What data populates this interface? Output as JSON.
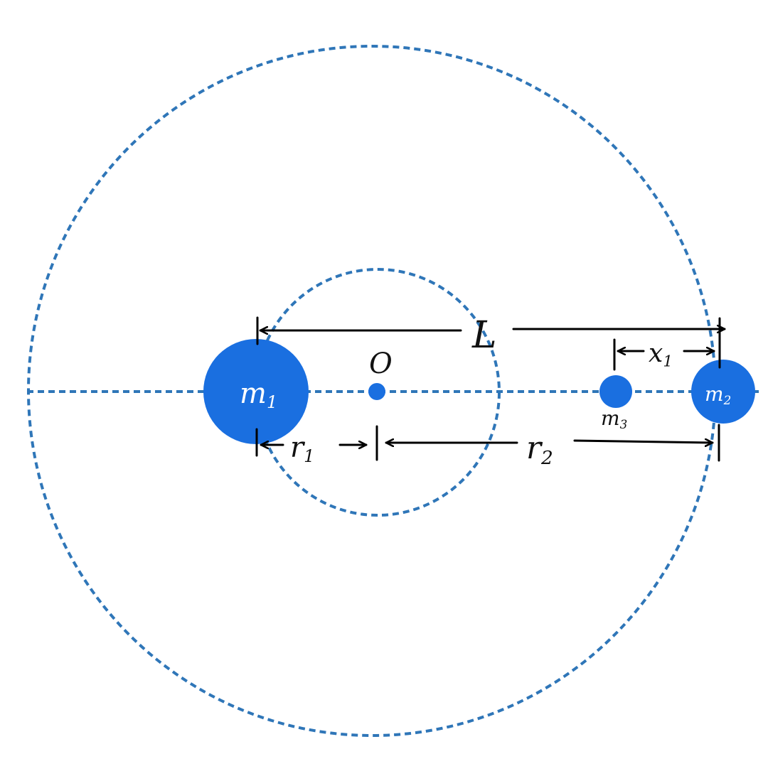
{
  "colors": {
    "orbit": "#2f76b8",
    "mass": "#1a6fe0",
    "annotation": "#000000"
  },
  "labels": {
    "m1": "m1",
    "m2": "m2",
    "m3": "m3",
    "center": "O",
    "L": "L",
    "x1": "x1",
    "r1": "r1",
    "r2": "r2"
  }
}
